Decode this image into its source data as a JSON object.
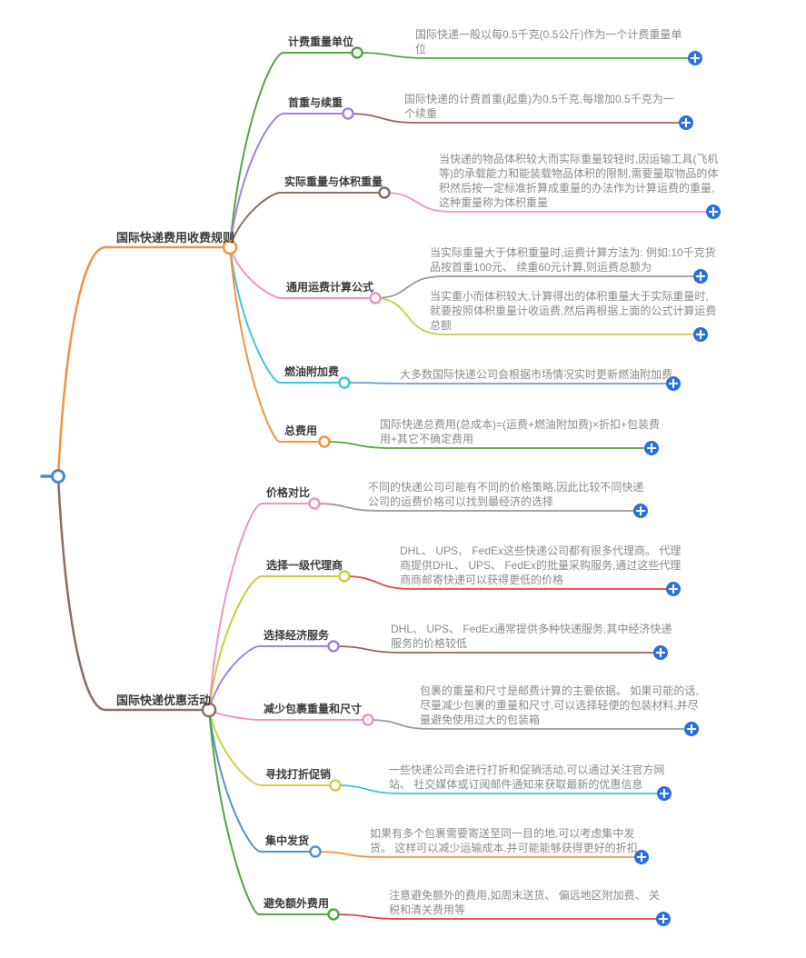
{
  "palette": {
    "plus_button": "#2a6ee0",
    "root_color": "#4a89cf",
    "topic_text": "#3c3c3c",
    "description_text": "#8b8b8b",
    "node_fill": "#ffffff"
  },
  "root": {
    "color": "#4a89cf"
  },
  "branches": [
    {
      "label": "国际快递费用收费规则",
      "color": "#f5923e",
      "children": [
        {
          "label": "计费重量单位",
          "color": "#55a447",
          "leaves": [
            {
              "text": "国际快递一般以每0.5千克(0.5公斤)作为一个计费重量单位",
              "color": "#55a447"
            }
          ]
        },
        {
          "label": "首重与续重",
          "color": "#a583d6",
          "leaves": [
            {
              "text": "国际快递的计费首重(起重)为0.5千克,每增加0.5千克为一个续重",
              "color": "#9b6258"
            }
          ]
        },
        {
          "label": "实际重量与体积重量",
          "color": "#8a6f62",
          "leaves": [
            {
              "text": "当快递的物品体积较大而实际重量较轻时,因运输工具(飞机等)的承载能力和能装载物品体积的限制,需要量取物品的体积然后按一定标准折算成重量的办法作为计算运费的重量,这种重量称为体积重量",
              "color": "#ee93c6"
            }
          ]
        },
        {
          "label": "通用运费计算公式",
          "color": "#ee93c6",
          "leaves": [
            {
              "text": "当实际重量大于体积重量时,运费计算方法为: 例如:10千克货品按首重100元、 续重60元计算,则运费总额为",
              "color": "#9a9a9a"
            },
            {
              "text": "当实重小而体积较大,计算得出的体积重量大于实际重量时,就要按照体积重量计收运费,然后再根据上面的公式计算运费总额",
              "color": "#c9cc3f"
            }
          ]
        },
        {
          "label": "燃油附加费",
          "color": "#3ec6d8",
          "leaves": [
            {
              "text": "大多数国际快递公司会根据市场情况实时更新燃油附加费",
              "color": "#6e9bd2"
            }
          ]
        },
        {
          "label": "总费用",
          "color": "#f5923e",
          "leaves": [
            {
              "text": "国际快递总费用(总成本)=(运费+燃油附加费)×折扣+包装费用+其它不确定费用",
              "color": "#55a447"
            }
          ]
        }
      ]
    },
    {
      "label": "国际快递优惠活动",
      "color": "#8a6f62",
      "children": [
        {
          "label": "价格对比",
          "color": "#ee93c6",
          "leaves": [
            {
              "text": "不同的快递公司可能有不同的价格策略,因此比较不同快递公司的运费价格可以找到最经济的选择",
              "color": "#9a9a9a"
            }
          ]
        },
        {
          "label": "选择一级代理商",
          "color": "#c9cc3f",
          "leaves": [
            {
              "text": "DHL、 UPS、 FedEx这些快递公司都有很多代理商。 代理商提供DHL、 UPS、 FedEx的批量采购服务,通过这些代理商商邮寄快递可以获得更低的价格",
              "color": "#e8433c"
            }
          ]
        },
        {
          "label": "选择经济服务",
          "color": "#a583d6",
          "leaves": [
            {
              "text": "DHL、 UPS、 FedEx通常提供多种快递服务,其中经济快递服务的价格较低",
              "color": "#9b6258"
            }
          ]
        },
        {
          "label": "减少包裹重量和尺寸",
          "color": "#ee93c6",
          "leaves": [
            {
              "text": "包裹的重量和尺寸是邮费计算的主要依据。 如果可能的话,尽量减少包裹的重量和尺寸,可以选择轻便的包装材料,并尽量避免使用过大的包装箱",
              "color": "#9a9a9a"
            }
          ]
        },
        {
          "label": "寻找打折促销",
          "color": "#d5ce48",
          "leaves": [
            {
              "text": "一些快递公司会进行打折和促销活动,可以通过关注官方网站、 社交媒体或订阅邮件通知来获取最新的优惠信息",
              "color": "#3ec6d8"
            }
          ]
        },
        {
          "label": "集中发货",
          "color": "#568fd0",
          "leaves": [
            {
              "text": "如果有多个包裹需要寄送至同一目的地,可以考虑集中发货。 这样可以减少运输成本,并可能能够获得更好的折扣",
              "color": "#f5923e"
            }
          ]
        },
        {
          "label": "避免额外费用",
          "color": "#55a447",
          "leaves": [
            {
              "text": "注意避免额外的费用,如周末送货、 偏远地区附加费、 关税和清关费用等",
              "color": "#e8433c"
            }
          ]
        }
      ]
    }
  ]
}
